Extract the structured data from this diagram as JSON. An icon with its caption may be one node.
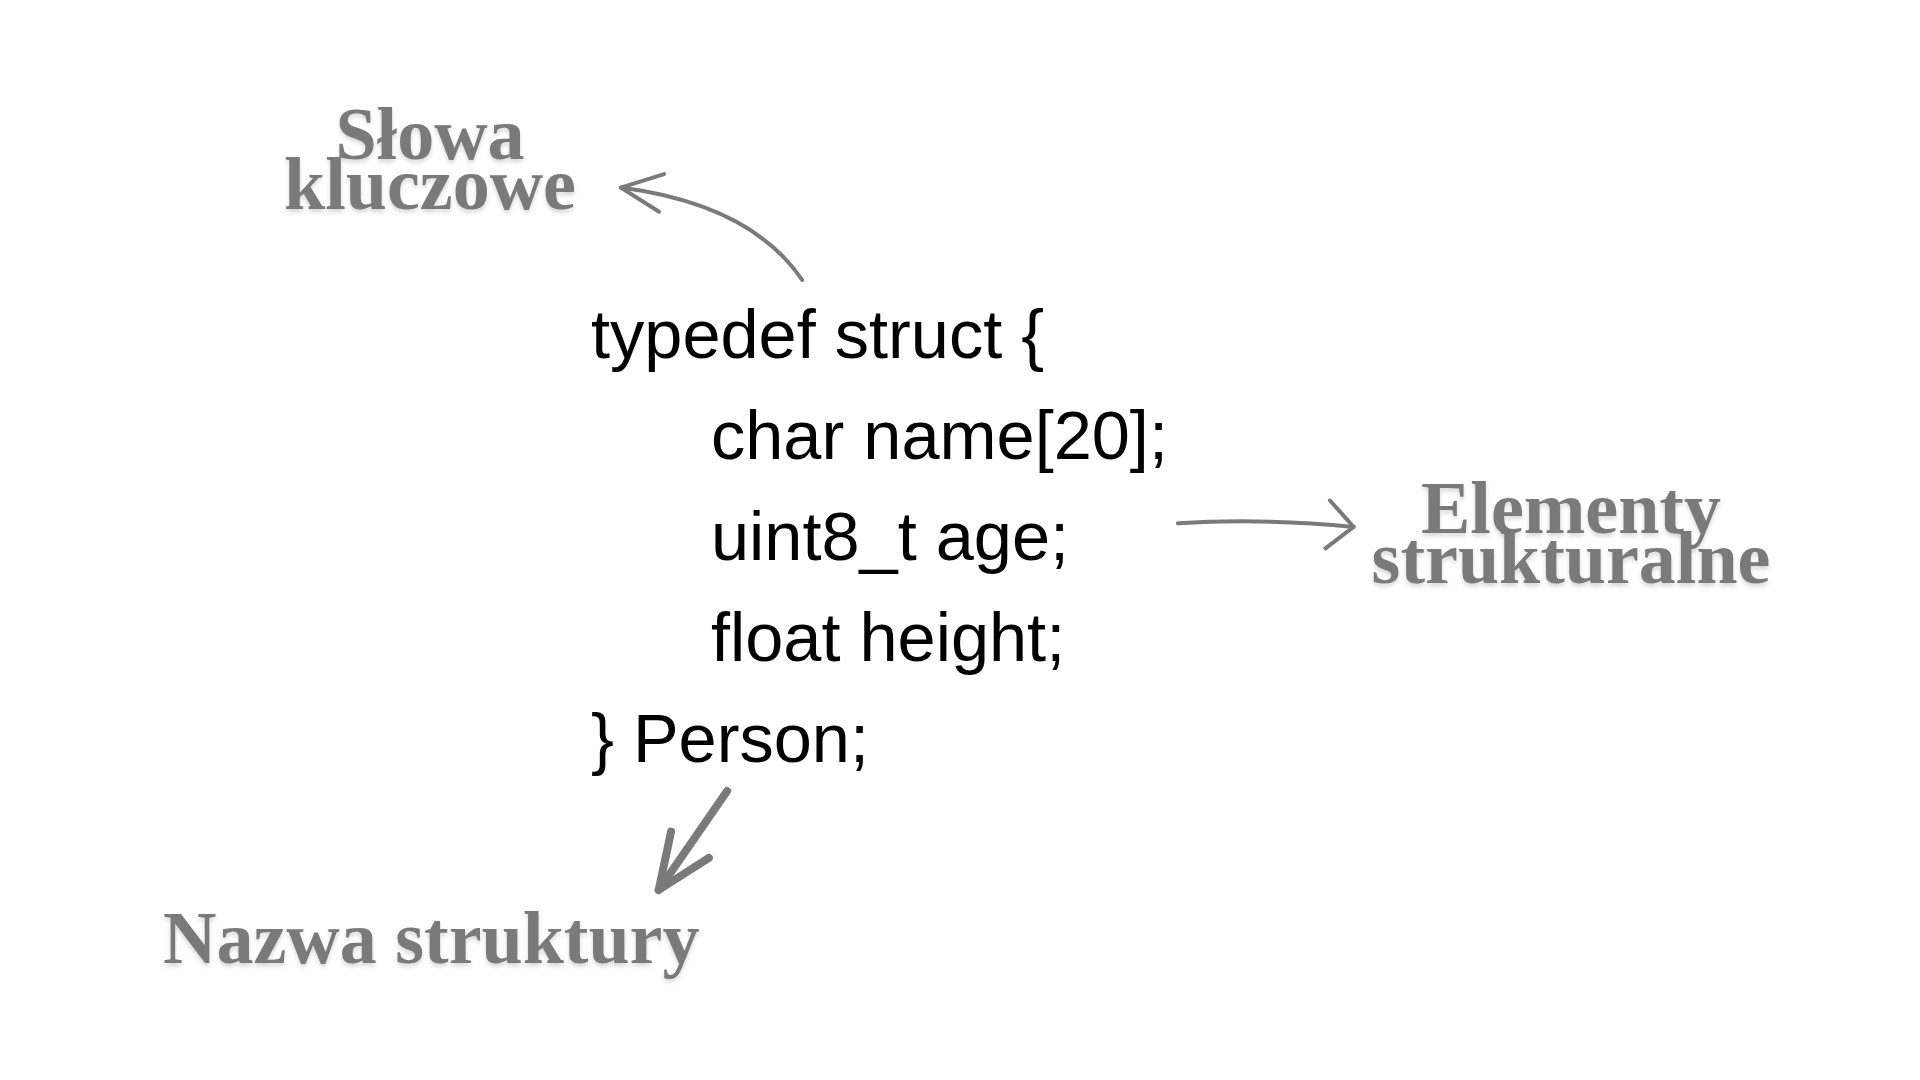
{
  "diagram": {
    "nodes": [
      {
        "text": [
          "Słowa kluczowe"
        ]
      },
      {
        "text": [
          "typedef struct {",
          "char name[20];",
          "uint8_t age;",
          "float height;",
          "} Person;"
        ]
      },
      {
        "text": [
          "Elementy strukturalne"
        ]
      },
      {
        "text": [
          "Nazwa struktury"
        ]
      }
    ],
    "edges": [
      {
        "from": 1,
        "to": 0,
        "arrow": "to"
      },
      {
        "from": 1,
        "to": 2,
        "arrow": "to"
      },
      {
        "from": 1,
        "to": 3,
        "arrow": "to",
        "style": "thick"
      }
    ]
  }
}
